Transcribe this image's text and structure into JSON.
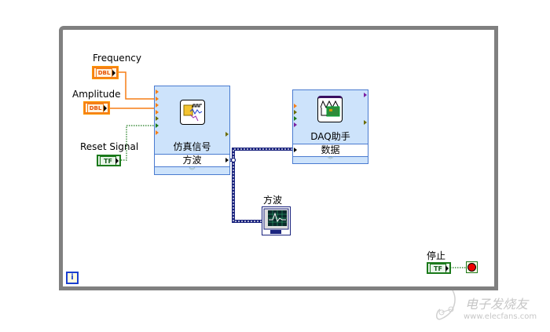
{
  "diagram": {
    "controls": {
      "frequency": {
        "label": "Frequency",
        "type": "DBL"
      },
      "amplitude": {
        "label": "Amplitude",
        "type": "DBL"
      },
      "reset_signal": {
        "label": "Reset Signal",
        "type": "TF"
      },
      "stop": {
        "label": "停止",
        "type": "TF"
      }
    },
    "simulate_signal": {
      "title": "仿真信号",
      "output": "方波"
    },
    "daq_assistant": {
      "title": "DAQ助手",
      "input": "数据"
    },
    "graph": {
      "label": "方波"
    },
    "info_icon": "i",
    "colors": {
      "orange": "#f57f17",
      "green": "#1b7a1b",
      "blue": "#1a237e",
      "frame": "#808080"
    }
  },
  "watermark": {
    "name": "电子发烧友",
    "url": "www.elecfans.com"
  }
}
